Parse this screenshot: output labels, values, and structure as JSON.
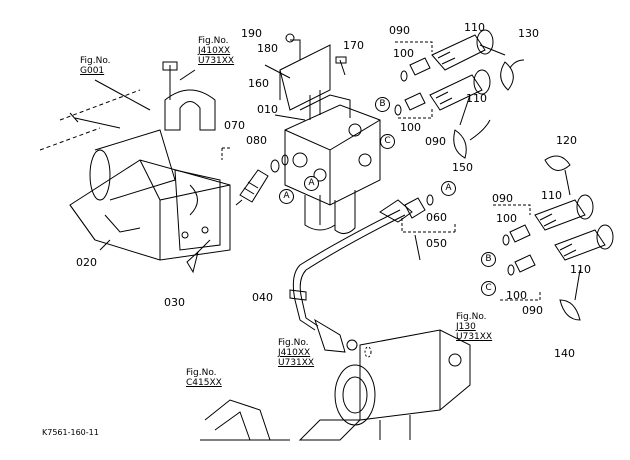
{
  "labels": {
    "p190": "190",
    "p180": "180",
    "p170": "170",
    "p160": "160",
    "p010": "010",
    "p070": "070",
    "p080": "080",
    "p020": "020",
    "p030": "030",
    "p040": "040",
    "p050": "050",
    "p060": "060",
    "p090a": "090",
    "p100a": "100",
    "p110a": "110",
    "p130": "130",
    "p100b": "100",
    "p090b": "090",
    "p110b": "110",
    "p150": "150",
    "p120": "120",
    "p090c": "090",
    "p100c": "100",
    "p110c": "110",
    "p110d": "110",
    "p100d": "100",
    "p090d": "090",
    "p140": "140"
  },
  "fig_refs": {
    "g001": {
      "title": "Fig.No.",
      "lines": [
        "G001"
      ]
    },
    "j410_top": {
      "title": "Fig.No.",
      "lines": [
        "J410XX",
        "U731XX"
      ]
    },
    "j410_mid": {
      "title": "Fig.No.",
      "lines": [
        "J410XX",
        "U731XX"
      ]
    },
    "j130": {
      "title": "Fig.No.",
      "lines": [
        "J130",
        "U731XX"
      ]
    },
    "c415": {
      "title": "Fig.No.",
      "lines": [
        "C415XX"
      ]
    }
  },
  "ports": {
    "a1": "A",
    "a2": "A",
    "a3": "A",
    "b1": "B",
    "b2": "B",
    "c1": "C",
    "c2": "C"
  },
  "drawing_code": "K7561-160-11"
}
